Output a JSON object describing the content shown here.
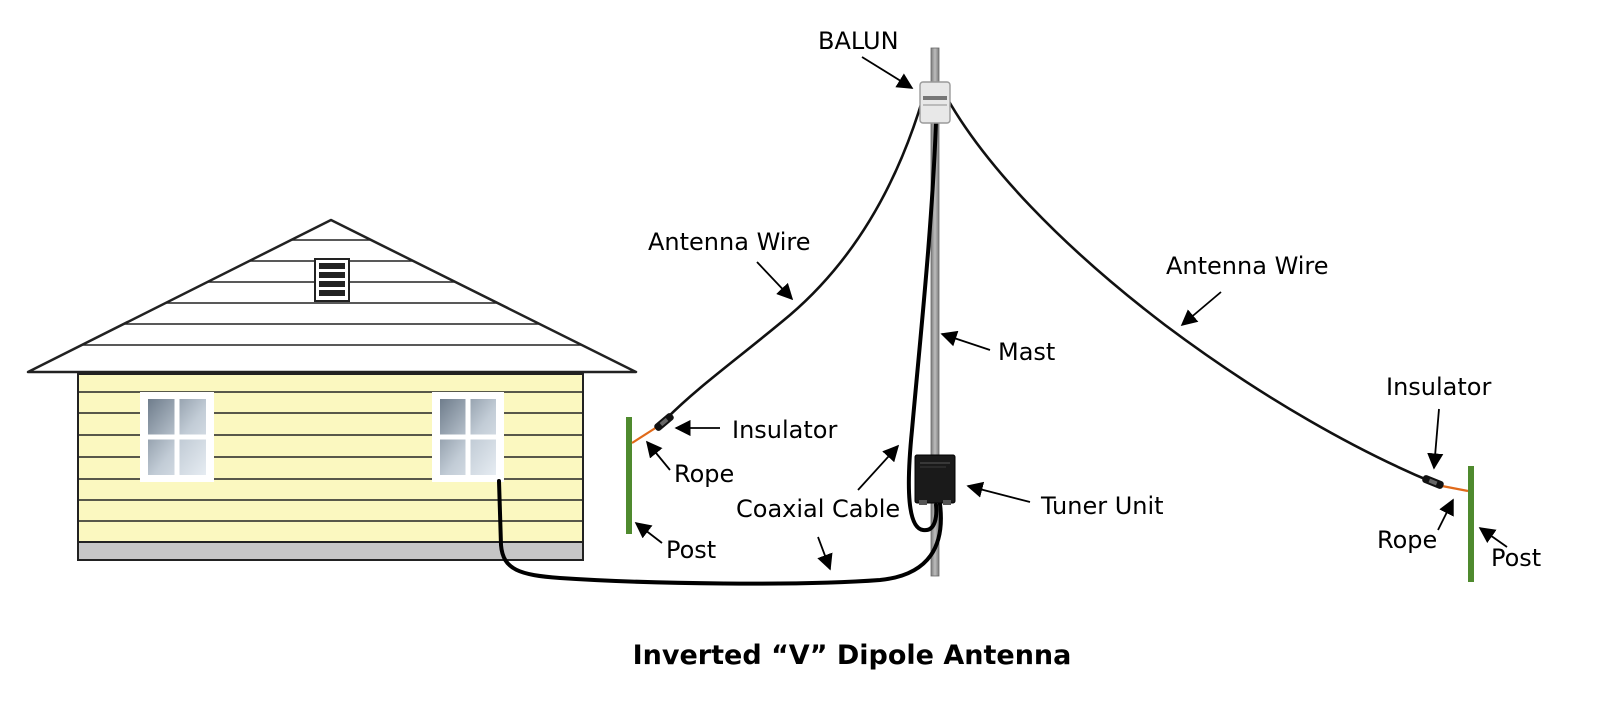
{
  "labels": {
    "balun": "BALUN",
    "antenna_wire_left": "Antenna Wire",
    "antenna_wire_right": "Antenna Wire",
    "mast": "Mast",
    "insulator_left": "Insulator",
    "insulator_right": "Insulator",
    "rope_left": "Rope",
    "rope_right": "Rope",
    "post_left": "Post",
    "post_right": "Post",
    "coaxial_cable": "Coaxial Cable",
    "tuner_unit": "Tuner Unit"
  },
  "title": "Inverted “V” Dipole Antenna",
  "colors": {
    "house_wall": "#fbf8c0",
    "roof": "#ffffff",
    "foundation": "#c6c6c6",
    "mast": "#a6a6a6",
    "post": "#4f8a2e",
    "rope": "#e06a1a",
    "tuner": "#1a1a1a",
    "balun": "#e8e8e8"
  }
}
